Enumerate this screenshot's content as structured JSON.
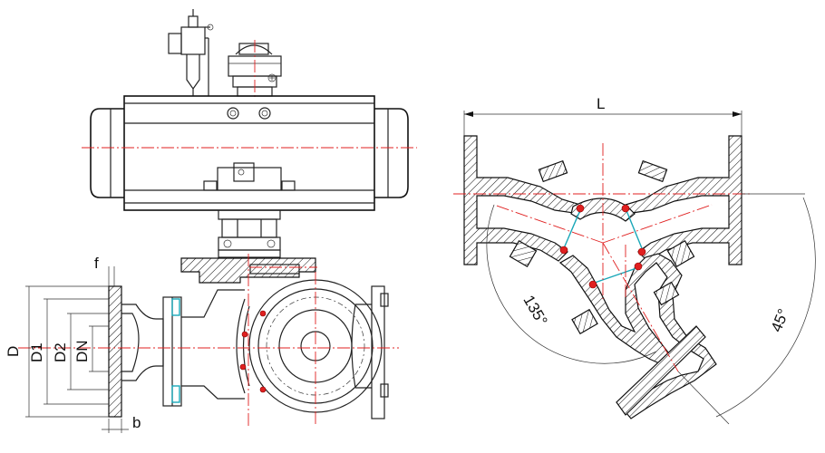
{
  "labels": {
    "length": "L",
    "flange_outer_dia": "D",
    "bolt_circle_dia": "D1",
    "raised_face_dia": "D2",
    "nominal_dia": "DN",
    "face_height": "f",
    "flange_thickness": "b",
    "angle_large": "135°",
    "angle_small": "45°"
  },
  "colors": {
    "centerline": "#e02020",
    "outline": "#111111",
    "seal": "#19a7b8",
    "bolt_marker": "#e02020"
  }
}
